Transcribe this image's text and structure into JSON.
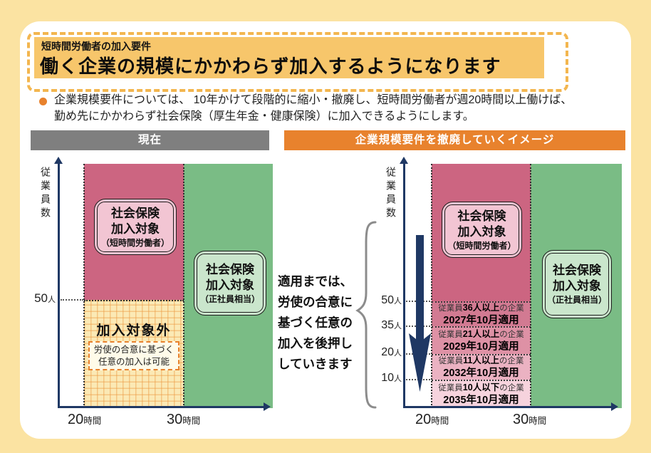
{
  "colors": {
    "page_bg": "#FBE3A2",
    "panel_bg": "#FFFFFF",
    "title_bg": "#F7C66B",
    "title_dash": "#F3B64F",
    "accent_orange": "#E8822D",
    "header_gray": "#7F7F7F",
    "axis_navy": "#1F3864",
    "pink_region": "#CC6581",
    "green_region": "#7ABC85",
    "pink_label_box": "#F2C5D3",
    "green_label_box": "#CAE6CC",
    "excluded_bg": "#FBE9B5",
    "band_colors": [
      "#D27A92",
      "#DE91A5",
      "#EBB2C2",
      "#F6D3DD"
    ]
  },
  "header": {
    "tag": "短時間労働者の加入要件",
    "title": "働く企業の規模にかかわらず加入するようになります"
  },
  "intro": {
    "line1": "企業規模要件については、 10年かけて段階的に縮小・撤廃し、短時間労働者が週20時間以上働けば、",
    "line2": "勤め先にかかわらず社会保険（厚生年金・健康保険）に加入できるようにします。"
  },
  "section_headers": {
    "left": "現在",
    "right": "企業規模要件を撤廃していくイメージ"
  },
  "left_chart": {
    "y_axis_label": "従業員数",
    "tick": {
      "num": "50",
      "unit": "人"
    },
    "x_ticks": [
      {
        "num": "20",
        "unit": "時間"
      },
      {
        "num": "30",
        "unit": "時間"
      }
    ],
    "pink_box": {
      "line1": "社会保険",
      "line2": "加入対象",
      "line3": "（短時間労働者）"
    },
    "green_box": {
      "line1": "社会保険",
      "line2": "加入対象",
      "line3": "（正社員相当）"
    },
    "excluded_label": "加入対象外",
    "note": {
      "line1": "労使の合意に基づく",
      "line2": "任意の加入は可能"
    }
  },
  "annotation": {
    "lines": [
      "適用までは、",
      "労使の合意に",
      "基づく任意の",
      "加入を後押し",
      "していきます"
    ]
  },
  "right_chart": {
    "y_axis_label": "従業員数",
    "ticks": [
      {
        "num": "50",
        "unit": "人"
      },
      {
        "num": "35",
        "unit": "人"
      },
      {
        "num": "20",
        "unit": "人"
      },
      {
        "num": "10",
        "unit": "人"
      }
    ],
    "x_ticks": [
      {
        "num": "20",
        "unit": "時間"
      },
      {
        "num": "30",
        "unit": "時間"
      }
    ],
    "pink_box": {
      "line1": "社会保険",
      "line2": "加入対象",
      "line3": "（短時間労働者）"
    },
    "green_box": {
      "line1": "社会保険",
      "line2": "加入対象",
      "line3": "（正社員相当）"
    },
    "bands": [
      {
        "prefix": "従業員",
        "bold": "36人以上",
        "suffix": "の企業",
        "date": "2027年10月適用"
      },
      {
        "prefix": "従業員",
        "bold": "21人以上",
        "suffix": "の企業",
        "date": "2029年10月適用"
      },
      {
        "prefix": "従業員",
        "bold": "11人以上",
        "suffix": "の企業",
        "date": "2032年10月適用"
      },
      {
        "prefix": "従業員",
        "bold": "10人以下",
        "suffix": "の企業",
        "date": "2035年10月適用"
      }
    ]
  }
}
